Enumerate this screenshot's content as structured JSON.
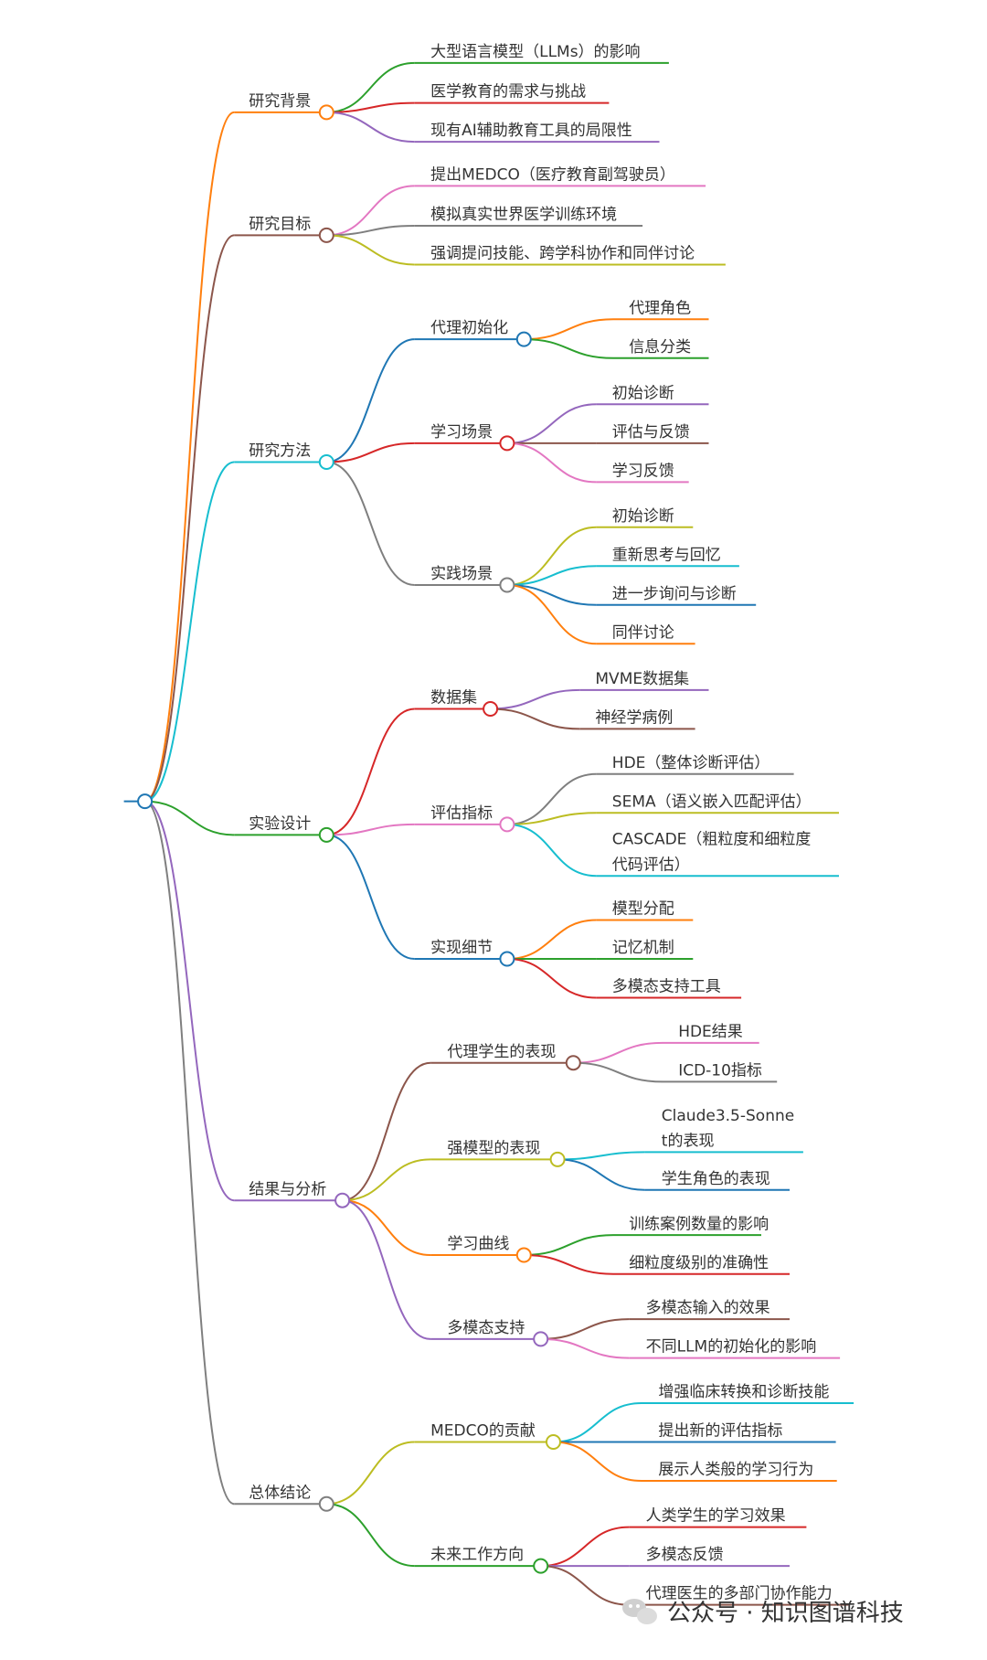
{
  "mindmap": {
    "root_color": "#1f77b4",
    "branches": [
      {
        "label": "研究背景",
        "color": "#ff7f0e",
        "children": [
          {
            "label": "大型语言模型（LLMs）的影响",
            "color": "#2ca02c"
          },
          {
            "label": "医学教育的需求与挑战",
            "color": "#d62728"
          },
          {
            "label": "现有AI辅助教育工具的局限性",
            "color": "#9467bd"
          }
        ]
      },
      {
        "label": "研究目标",
        "color": "#8c564b",
        "children": [
          {
            "label": "提出MEDCO（医疗教育副驾驶员）",
            "color": "#e377c2"
          },
          {
            "label": "模拟真实世界医学训练环境",
            "color": "#7f7f7f"
          },
          {
            "label": "强调提问技能、跨学科协作和同伴讨论",
            "color": "#bcbd22"
          }
        ]
      },
      {
        "label": "研究方法",
        "color": "#17becf",
        "children": [
          {
            "label": "代理初始化",
            "color": "#1f77b4",
            "children": [
              {
                "label": "代理角色",
                "color": "#ff7f0e"
              },
              {
                "label": "信息分类",
                "color": "#2ca02c"
              }
            ]
          },
          {
            "label": "学习场景",
            "color": "#d62728",
            "children": [
              {
                "label": "初始诊断",
                "color": "#9467bd"
              },
              {
                "label": "评估与反馈",
                "color": "#8c564b"
              },
              {
                "label": "学习反馈",
                "color": "#e377c2"
              }
            ]
          },
          {
            "label": "实践场景",
            "color": "#7f7f7f",
            "children": [
              {
                "label": "初始诊断",
                "color": "#bcbd22"
              },
              {
                "label": "重新思考与回忆",
                "color": "#17becf"
              },
              {
                "label": "进一步询问与诊断",
                "color": "#1f77b4"
              },
              {
                "label": "同伴讨论",
                "color": "#ff7f0e"
              }
            ]
          }
        ]
      },
      {
        "label": "实验设计",
        "color": "#2ca02c",
        "children": [
          {
            "label": "数据集",
            "color": "#d62728",
            "children": [
              {
                "label": "MVME数据集",
                "color": "#9467bd"
              },
              {
                "label": "神经学病例",
                "color": "#8c564b"
              }
            ]
          },
          {
            "label": "评估指标",
            "color": "#e377c2",
            "children": [
              {
                "label": "HDE（整体诊断评估）",
                "color": "#7f7f7f"
              },
              {
                "label": "SEMA（语义嵌入匹配评估）",
                "color": "#bcbd22"
              },
              {
                "label": "CASCADE（粗粒度和细粒度",
                "label2": "代码评估）",
                "color": "#17becf"
              }
            ]
          },
          {
            "label": "实现细节",
            "color": "#1f77b4",
            "children": [
              {
                "label": "模型分配",
                "color": "#ff7f0e"
              },
              {
                "label": "记忆机制",
                "color": "#2ca02c"
              },
              {
                "label": "多模态支持工具",
                "color": "#d62728"
              }
            ]
          }
        ]
      },
      {
        "label": "结果与分析",
        "color": "#9467bd",
        "children": [
          {
            "label": "代理学生的表现",
            "color": "#8c564b",
            "children": [
              {
                "label": "HDE结果",
                "color": "#e377c2"
              },
              {
                "label": "ICD-10指标",
                "color": "#7f7f7f"
              }
            ]
          },
          {
            "label": "强模型的表现",
            "color": "#bcbd22",
            "children": [
              {
                "label": "Claude3.5-Sonne",
                "label2": "t的表现",
                "color": "#17becf"
              },
              {
                "label": "学生角色的表现",
                "color": "#1f77b4"
              }
            ]
          },
          {
            "label": "学习曲线",
            "color": "#ff7f0e",
            "children": [
              {
                "label": "训练案例数量的影响",
                "color": "#2ca02c"
              },
              {
                "label": "细粒度级别的准确性",
                "color": "#d62728"
              }
            ]
          },
          {
            "label": "多模态支持",
            "color": "#9467bd",
            "children": [
              {
                "label": "多模态输入的效果",
                "color": "#8c564b"
              },
              {
                "label": "不同LLM的初始化的影响",
                "color": "#e377c2"
              }
            ]
          }
        ]
      },
      {
        "label": "总体结论",
        "color": "#7f7f7f",
        "children": [
          {
            "label": "MEDCO的贡献",
            "color": "#bcbd22",
            "children": [
              {
                "label": "增强临床转换和诊断技能",
                "color": "#17becf"
              },
              {
                "label": "提出新的评估指标",
                "color": "#1f77b4"
              },
              {
                "label": "展示人类般的学习行为",
                "color": "#ff7f0e"
              }
            ]
          },
          {
            "label": "未来工作方向",
            "color": "#2ca02c",
            "children": [
              {
                "label": "人类学生的学习效果",
                "color": "#d62728"
              },
              {
                "label": "多模态反馈",
                "color": "#9467bd"
              },
              {
                "label": "代理医生的多部门协作能力",
                "color": "#8c564b"
              }
            ]
          }
        ]
      }
    ]
  },
  "watermark": {
    "icon": "wechat-icon",
    "text": "公众号 · 知识图谱科技"
  }
}
